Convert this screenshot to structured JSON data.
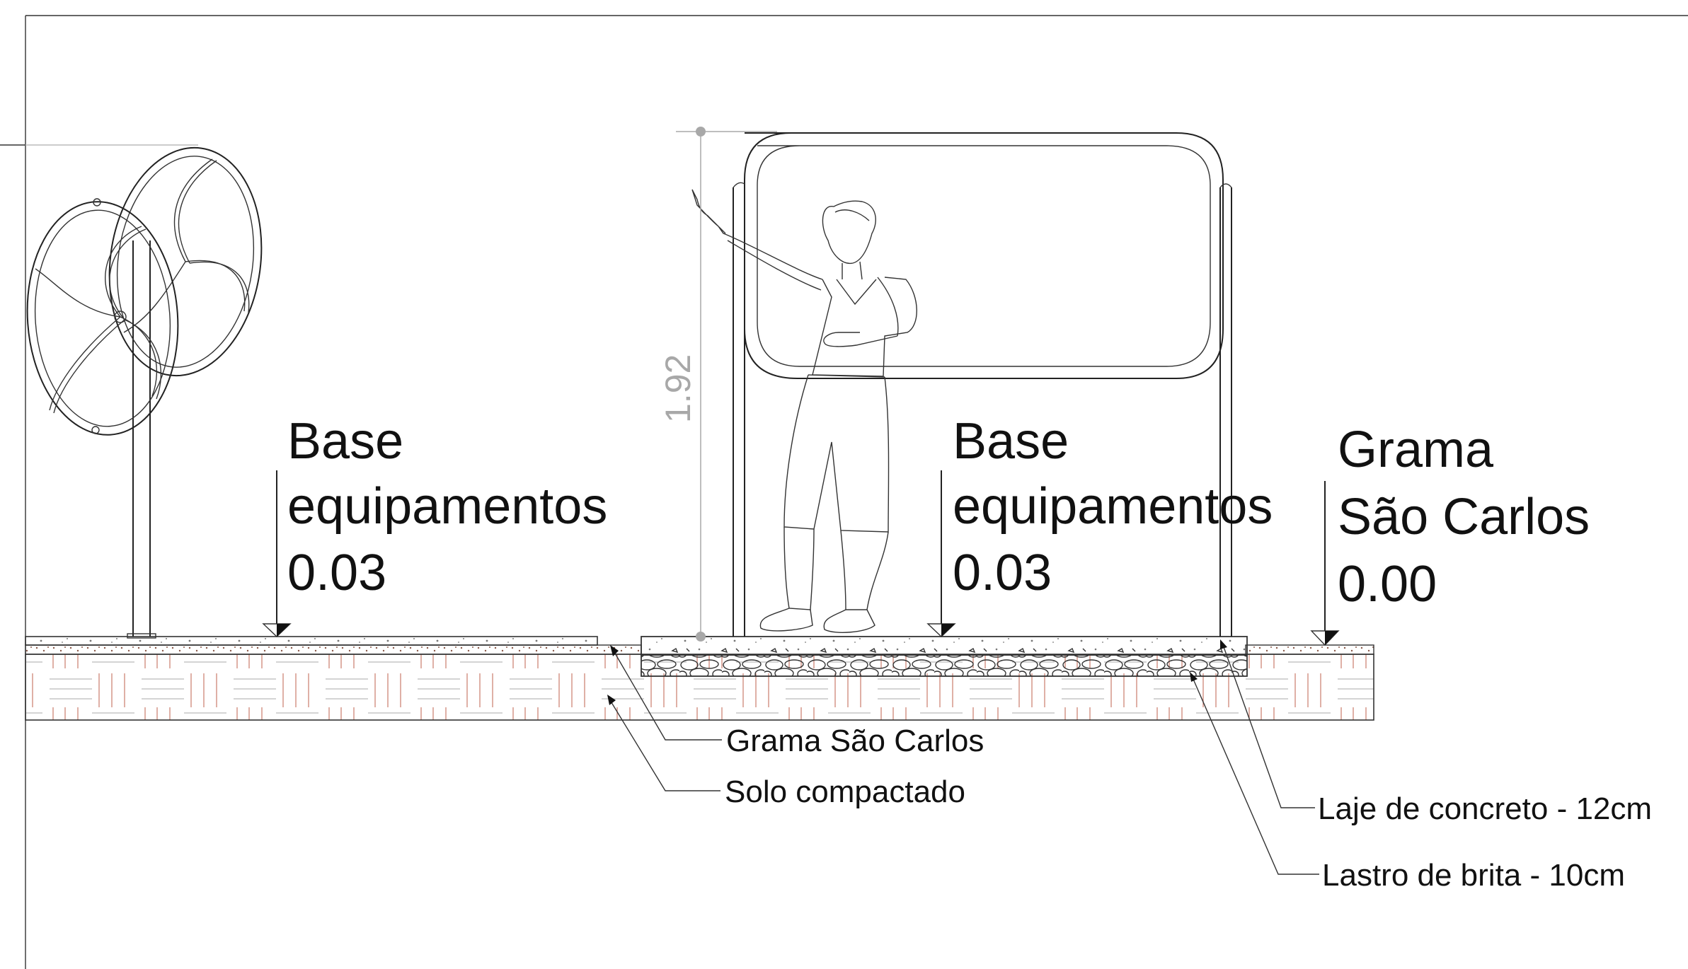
{
  "levels": [
    {
      "title_line1": "Base",
      "title_line2": "equipamentos",
      "value": "0.03"
    },
    {
      "title_line1": "Base",
      "title_line2": "equipamentos",
      "value": "0.03"
    },
    {
      "title_line1": "Grama",
      "title_line2": "São Carlos",
      "value": "0.00"
    }
  ],
  "dimension": {
    "value": "1.92"
  },
  "callouts": {
    "grama": "Grama São Carlos",
    "solo": "Solo compactado",
    "laje": "Laje de concreto - 12cm",
    "lastro": "Lastro de brita - 10cm"
  },
  "colors": {
    "soil_hatch": "#c97a6a",
    "dimension": "#a8a8a8"
  }
}
